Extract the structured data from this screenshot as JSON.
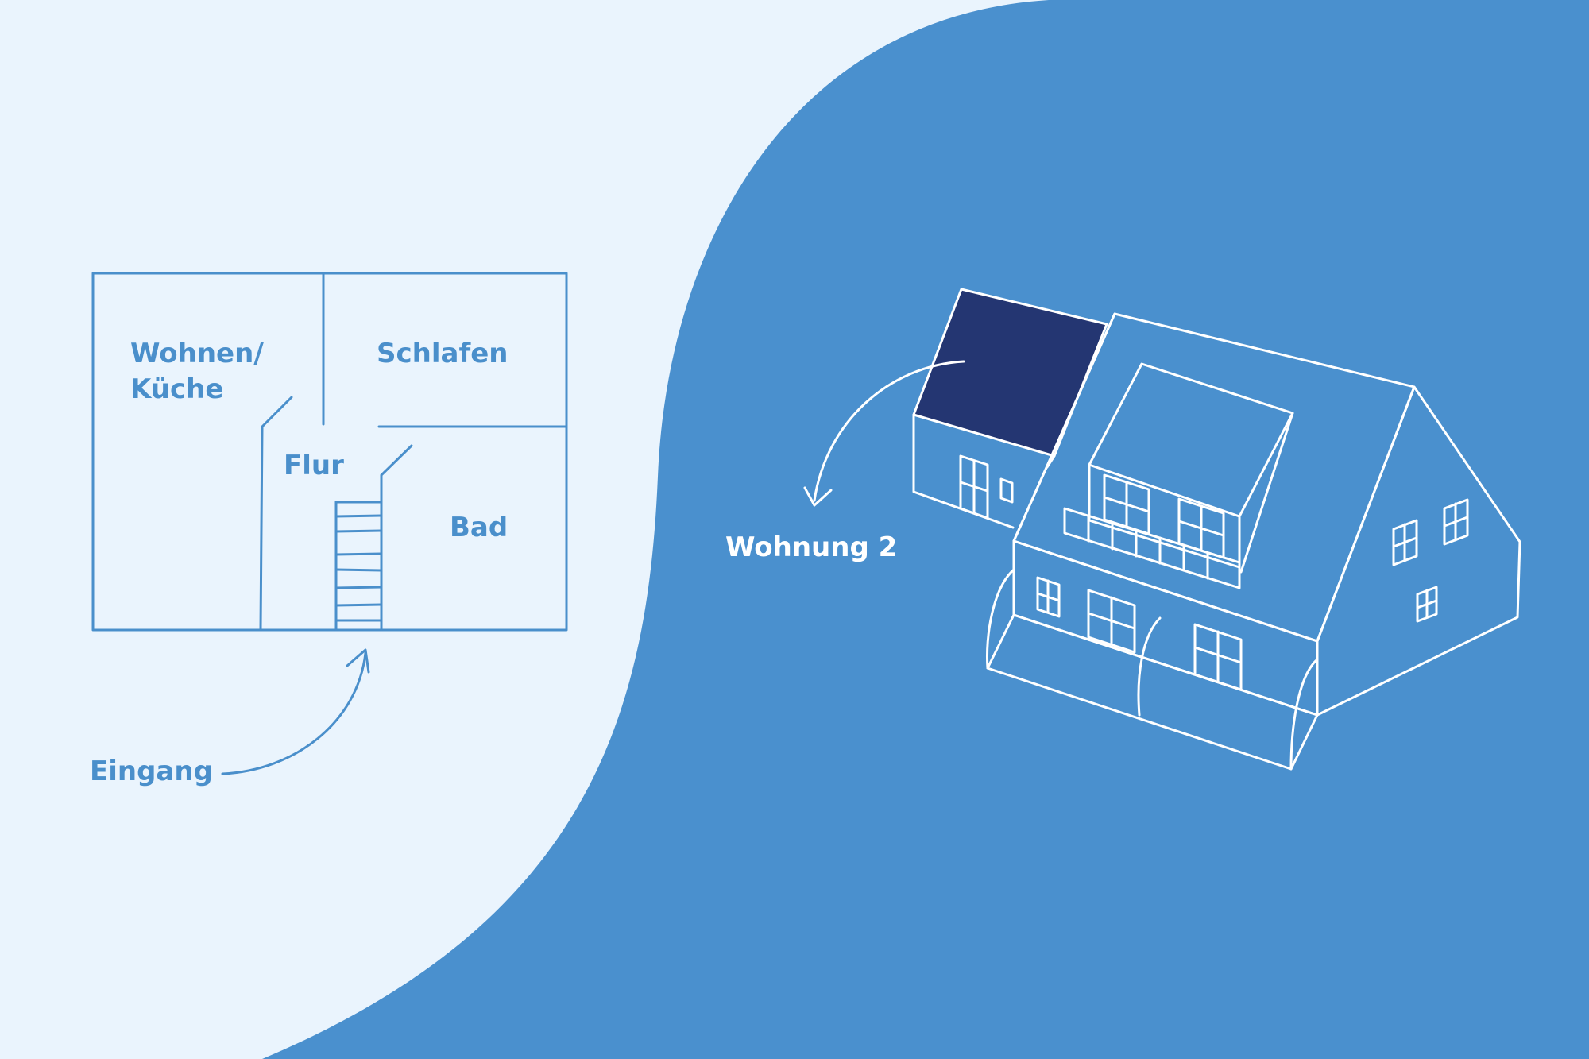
{
  "colors": {
    "background_light": "#eaf4fd",
    "background_blue": "#4a90ce",
    "line_blue": "#4a8fcb",
    "highlight_navy": "#243672",
    "line_white": "#ffffff"
  },
  "floor_plan": {
    "rooms": {
      "living_kitchen_line1": "Wohnen/",
      "living_kitchen_line2": "Küche",
      "bedroom": "Schlafen",
      "hallway": "Flur",
      "bathroom": "Bad"
    },
    "entrance_label": "Eingang"
  },
  "house": {
    "apartment_label": "Wohnung 2"
  }
}
